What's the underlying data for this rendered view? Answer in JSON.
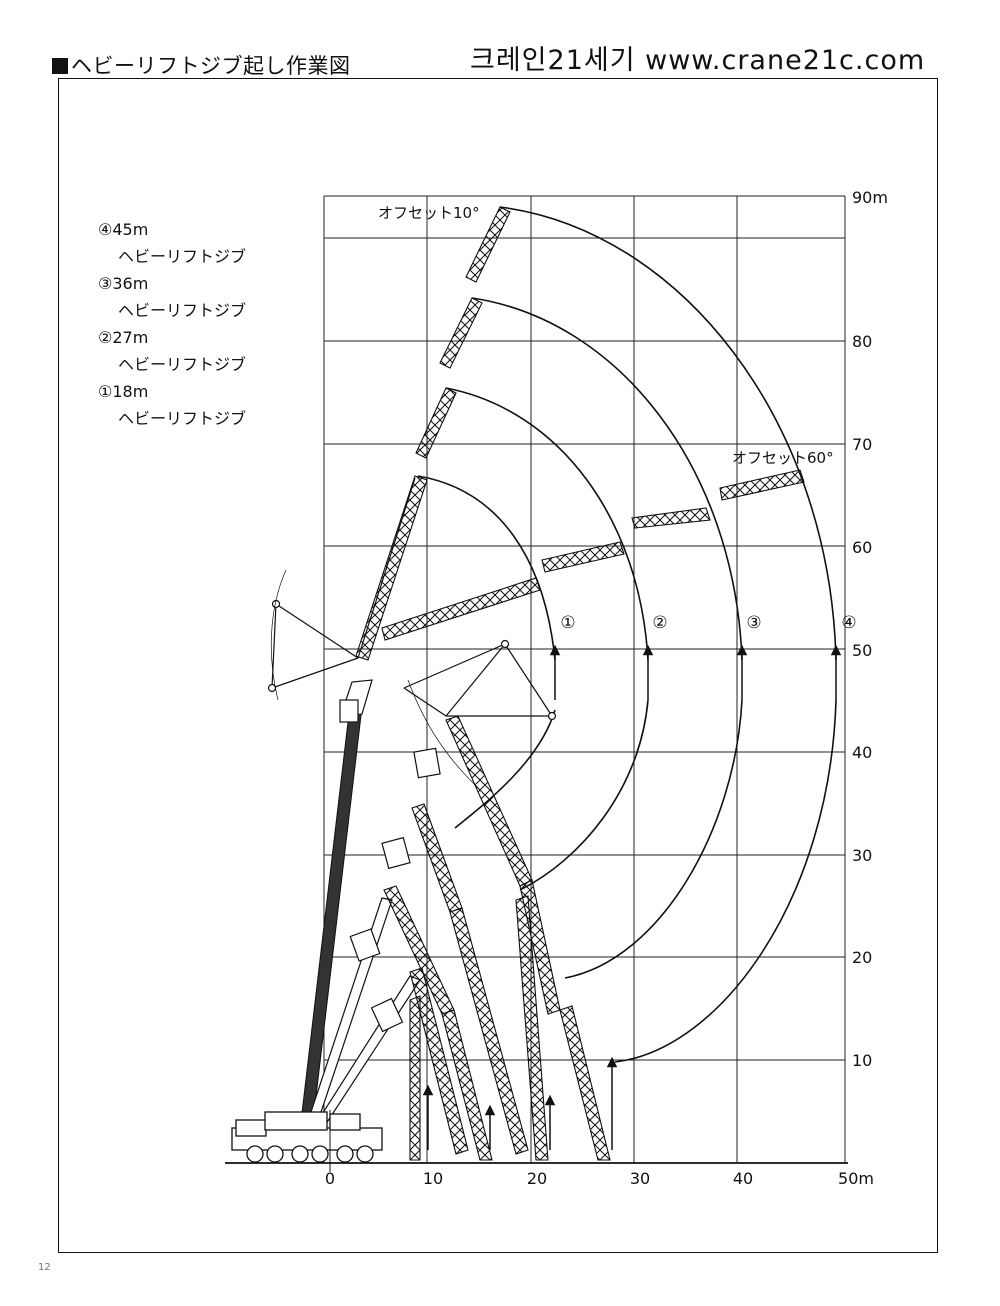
{
  "header": {
    "title": "ヘビーリフトジブ起し作業図",
    "site": "크레인21세기 www.crane21c.com"
  },
  "legend": [
    {
      "id": "④",
      "length": "④45m",
      "name": "ヘビーリフトジブ"
    },
    {
      "id": "③",
      "length": "③36m",
      "name": "ヘビーリフトジブ"
    },
    {
      "id": "②",
      "length": "②27m",
      "name": "ヘビーリフトジブ"
    },
    {
      "id": "①",
      "length": "①18m",
      "name": "ヘビーリフトジブ"
    }
  ],
  "axes": {
    "x_ticks": [
      "0",
      "10",
      "20",
      "30",
      "40",
      "50m"
    ],
    "y_ticks": [
      "10",
      "20",
      "30",
      "40",
      "50",
      "60",
      "70",
      "80",
      "90m"
    ]
  },
  "annotations": {
    "offset_top": "オフセット10°",
    "offset_side": "オフセット60°",
    "path_labels": [
      "①",
      "②",
      "③",
      "④"
    ]
  },
  "page_number": "12",
  "colors": {
    "ink": "#111111",
    "grid": "#222222",
    "boom_dark": "#333333"
  }
}
